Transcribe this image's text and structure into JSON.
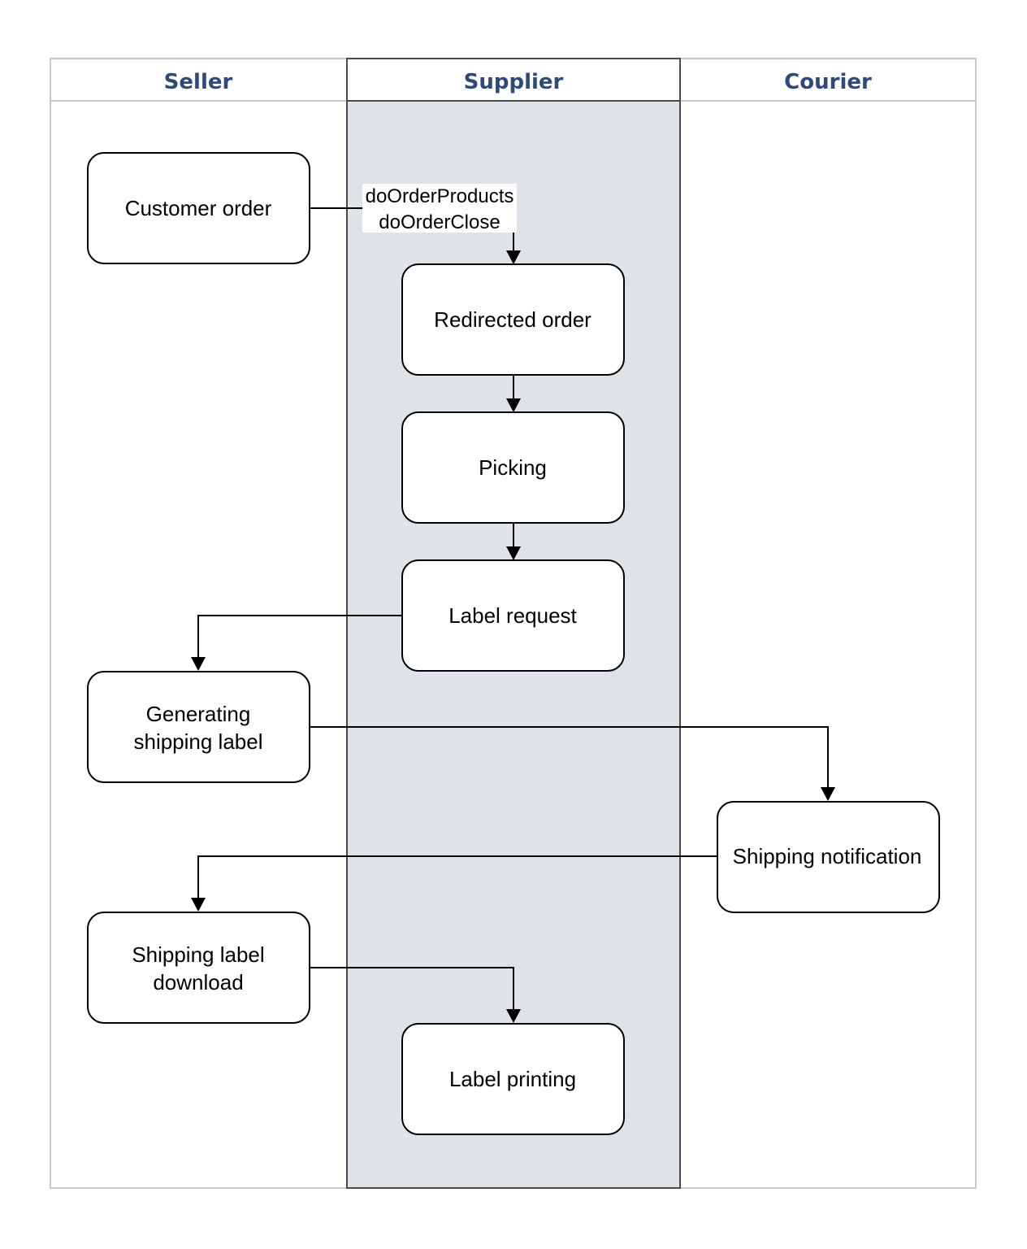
{
  "lanes": {
    "seller": "Seller",
    "supplier": "Supplier",
    "courier": "Courier"
  },
  "nodes": {
    "customer_order": [
      "Customer order"
    ],
    "redirected_order": [
      "Redirected order"
    ],
    "picking": [
      "Picking"
    ],
    "label_request": [
      "Label request"
    ],
    "generating_label": [
      "Generating",
      "shipping label"
    ],
    "shipping_notification": [
      "Shipping notification"
    ],
    "label_download": [
      "Shipping label",
      "download"
    ],
    "label_printing": [
      "Label printing"
    ]
  },
  "edge_labels": {
    "order_methods": [
      "doOrderProducts",
      "doOrderClose"
    ]
  },
  "colors": {
    "lane_title": "#2f4a78",
    "supplier_lane_fill": "#dfe3e7",
    "lane_border": "#c8c8c8",
    "supplier_border": "#4a4a4a",
    "stroke": "#000000"
  }
}
